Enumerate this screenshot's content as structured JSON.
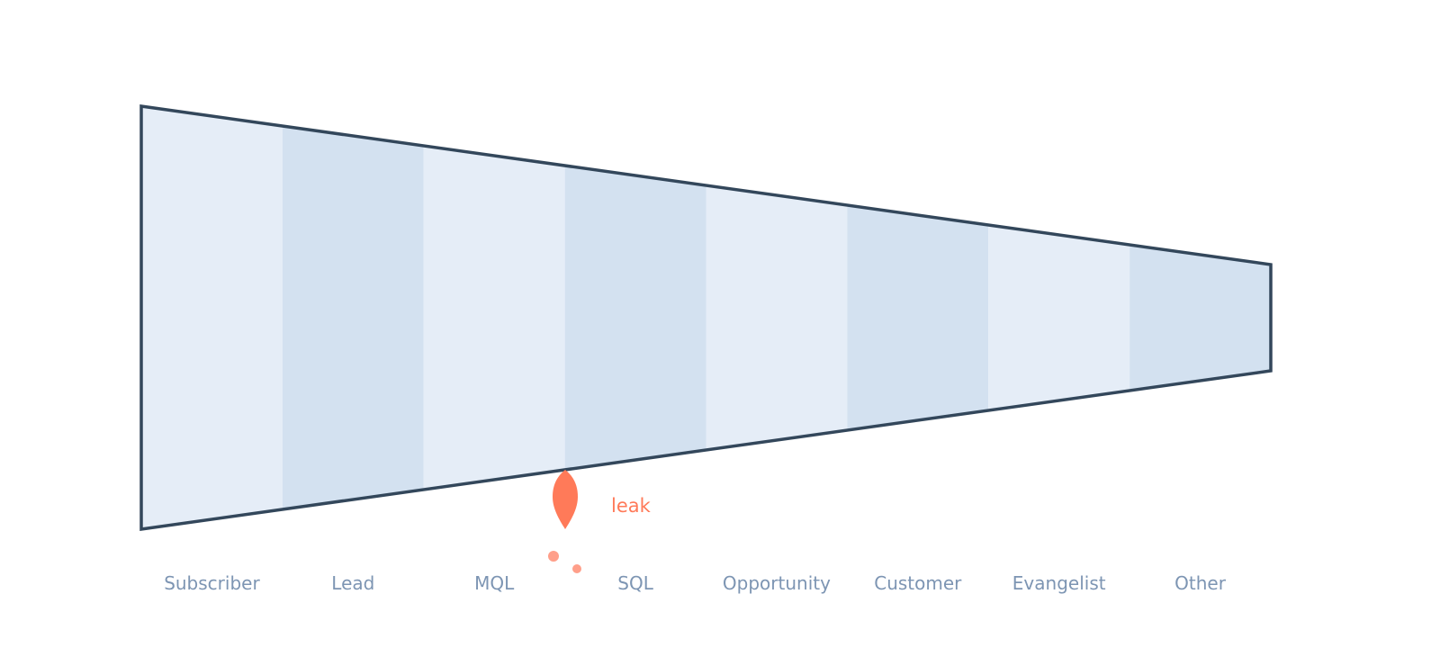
{
  "funnel": {
    "stages": [
      {
        "label": "Subscriber"
      },
      {
        "label": "Lead"
      },
      {
        "label": "MQL"
      },
      {
        "label": "SQL"
      },
      {
        "label": "Opportunity"
      },
      {
        "label": "Customer"
      },
      {
        "label": "Evangelist"
      },
      {
        "label": "Other"
      }
    ],
    "colors": {
      "band_light": "#e5edf7",
      "band_dark": "#d3e1f0",
      "outline": "#33475b",
      "label": "#7d95b3",
      "leak": "#ff7a59",
      "leak_drop_light": "#ff9f8a"
    }
  },
  "leak": {
    "label": "leak",
    "icon": "drop-icon"
  }
}
